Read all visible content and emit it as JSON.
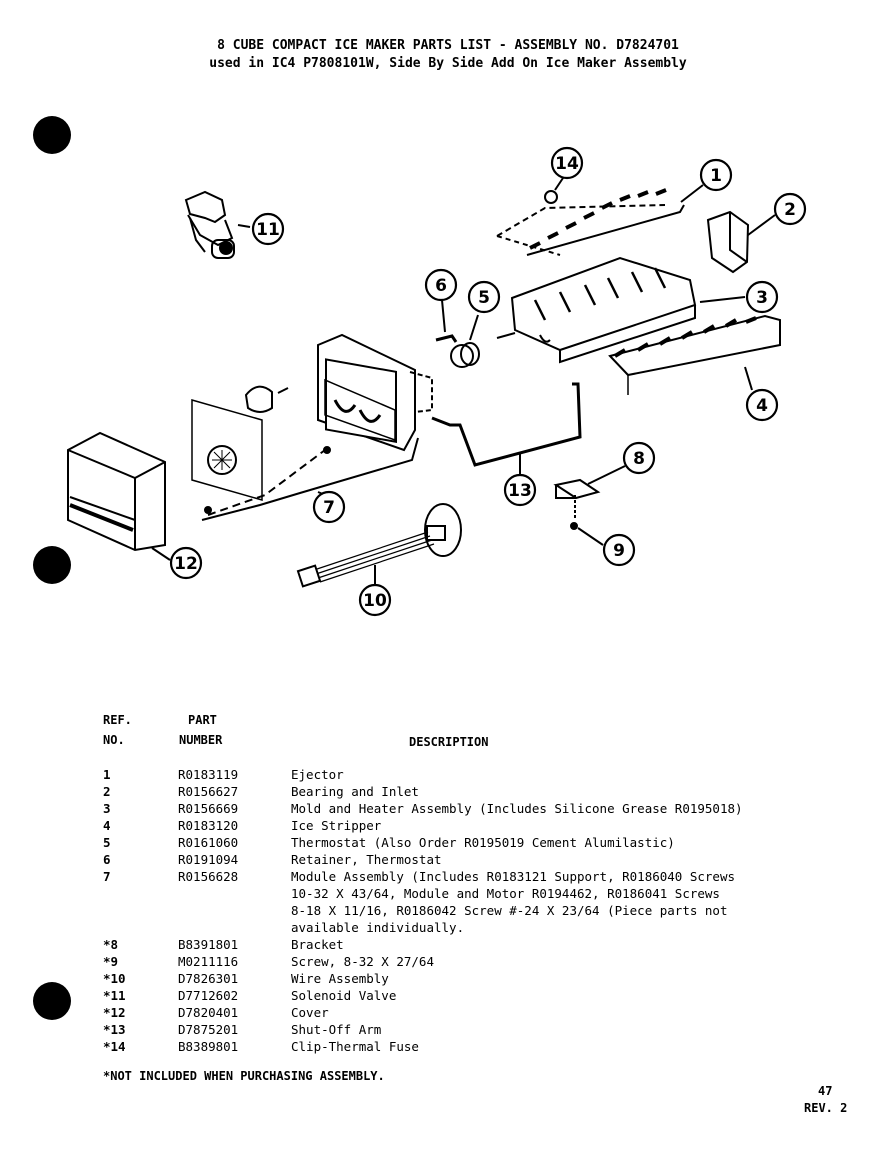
{
  "title": {
    "line1": "8 CUBE COMPACT ICE MAKER PARTS LIST - ASSEMBLY NO. D7824701",
    "line2": "used in IC4 P7808101W, Side By Side Add On Ice Maker Assembly"
  },
  "diagram": {
    "callouts": [
      {
        "ref": "1",
        "label": "Ejector"
      },
      {
        "ref": "2",
        "label": "Bearing and Inlet"
      },
      {
        "ref": "3",
        "label": "Mold and Heater Assembly"
      },
      {
        "ref": "4",
        "label": "Ice Stripper"
      },
      {
        "ref": "5",
        "label": "Thermostat"
      },
      {
        "ref": "6",
        "label": "Retainer, Thermostat"
      },
      {
        "ref": "7",
        "label": "Module Assembly"
      },
      {
        "ref": "8",
        "label": "Bracket"
      },
      {
        "ref": "9",
        "label": "Screw"
      },
      {
        "ref": "10",
        "label": "Wire Assembly"
      },
      {
        "ref": "11",
        "label": "Solenoid Valve"
      },
      {
        "ref": "12",
        "label": "Cover"
      },
      {
        "ref": "13",
        "label": "Shut-Off Arm"
      },
      {
        "ref": "14",
        "label": "Clip-Thermal Fuse"
      }
    ]
  },
  "table": {
    "headers": {
      "ref_line1": "REF.",
      "ref_line2": "NO.",
      "part_line1": "PART",
      "part_line2": "NUMBER",
      "description": "DESCRIPTION"
    },
    "rows": [
      {
        "ref": "1",
        "part": "R0183119",
        "desc": "Ejector"
      },
      {
        "ref": "2",
        "part": "R0156627",
        "desc": "Bearing and Inlet"
      },
      {
        "ref": "3",
        "part": "R0156669",
        "desc": "Mold and Heater Assembly (Includes Silicone Grease R0195018)"
      },
      {
        "ref": "4",
        "part": "R0183120",
        "desc": "Ice Stripper"
      },
      {
        "ref": "5",
        "part": "R0161060",
        "desc": "Thermostat (Also Order R0195019 Cement Alumilastic)"
      },
      {
        "ref": "6",
        "part": "R0191094",
        "desc": "Retainer, Thermostat"
      },
      {
        "ref": "7",
        "part": "R0156628",
        "desc": "Module Assembly (Includes R0183121 Support, R0186040 Screws\n10-32 X 43/64, Module and Motor R0194462, R0186041 Screws\n8-18 X 11/16, R0186042 Screw #-24 X 23/64 (Piece parts not\navailable individually."
      },
      {
        "ref": "*8",
        "part": "B8391801",
        "desc": "Bracket"
      },
      {
        "ref": "*9",
        "part": "M0211116",
        "desc": "Screw, 8-32 X 27/64"
      },
      {
        "ref": "*10",
        "part": "D7826301",
        "desc": "Wire Assembly"
      },
      {
        "ref": "*11",
        "part": "D7712602",
        "desc": "Solenoid Valve"
      },
      {
        "ref": "*12",
        "part": "D7820401",
        "desc": "Cover"
      },
      {
        "ref": "*13",
        "part": "D7875201",
        "desc": "Shut-Off Arm"
      },
      {
        "ref": "*14",
        "part": "B8389801",
        "desc": "Clip-Thermal Fuse"
      }
    ],
    "footnote": "*NOT INCLUDED WHEN PURCHASING ASSEMBLY."
  },
  "page": {
    "number": "47",
    "revision": "REV. 2"
  }
}
